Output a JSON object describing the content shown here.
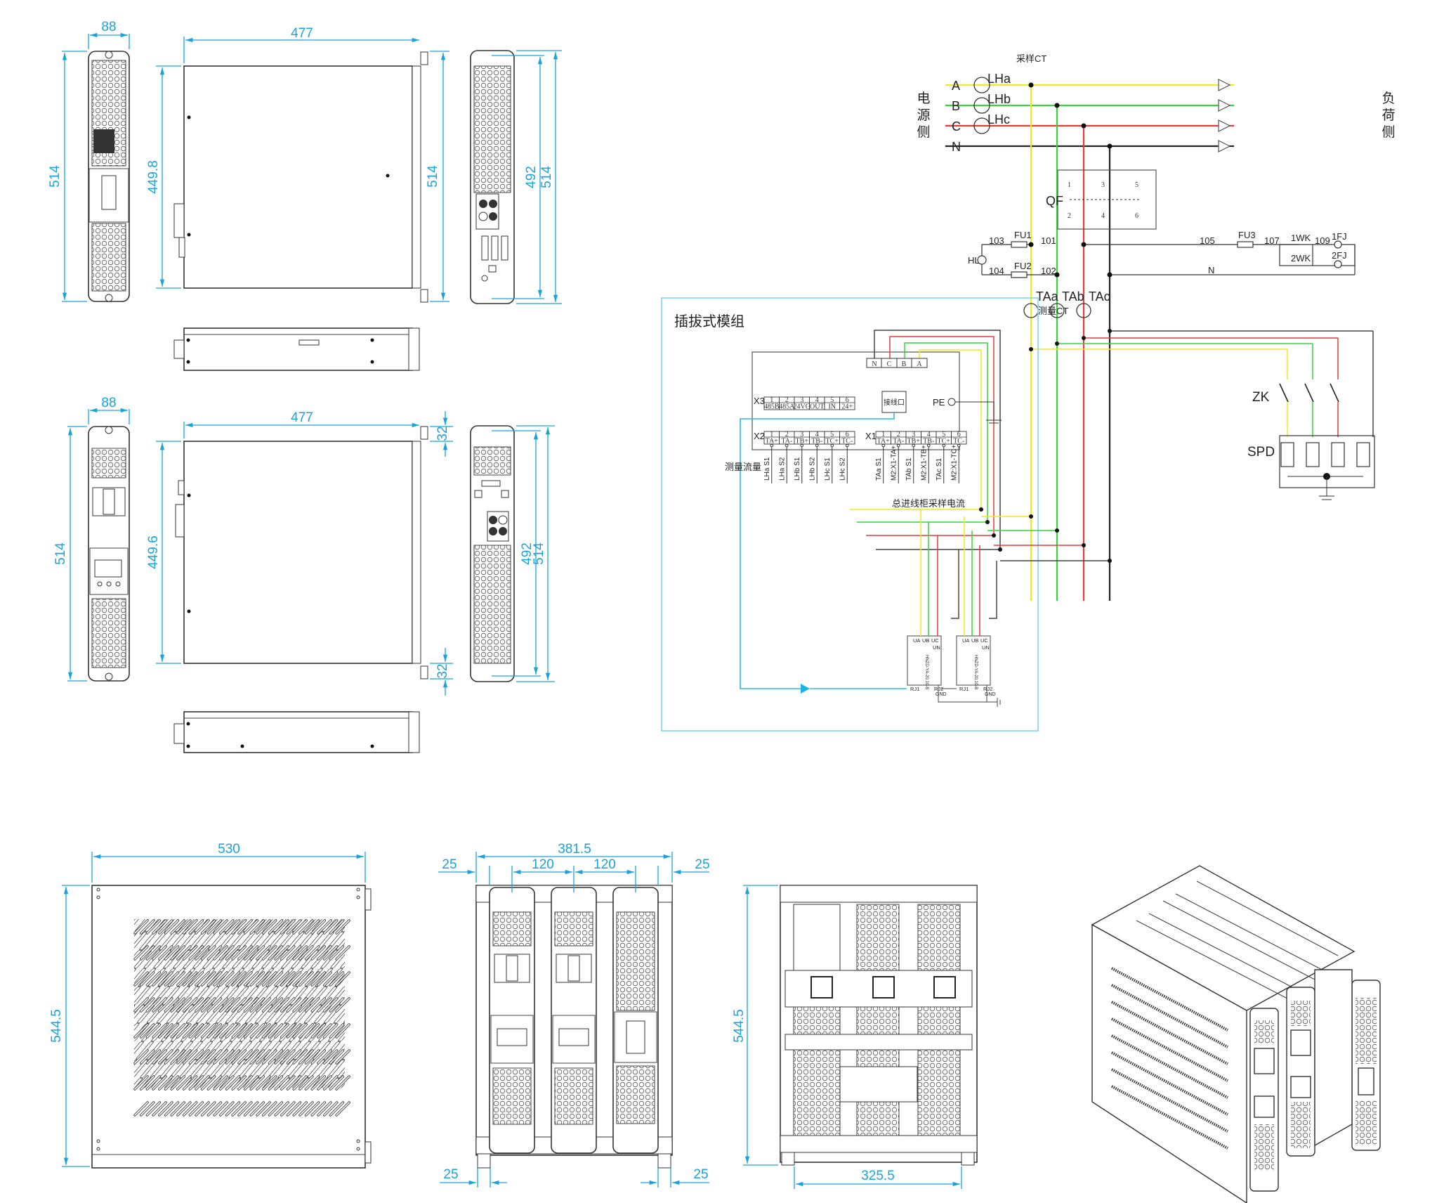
{
  "drawings": {
    "module_a": {
      "front_width": "88",
      "front_height": "514",
      "side_width": "477",
      "side_height": "449.8",
      "rear_height_outer": "514",
      "rear_height_inner": "492",
      "side_right_height": "514"
    },
    "module_b": {
      "front_width": "88",
      "front_height": "514",
      "side_width": "477",
      "side_height": "449.6",
      "handle_offset_top": "32",
      "handle_offset_bottom": "32",
      "rear_height_inner": "492",
      "rear_height_outer": "514"
    },
    "cabinet": {
      "side_width": "530",
      "side_height": "544.5",
      "front_total_width": "381.5",
      "front_pitch_1": "120",
      "front_pitch_2": "120",
      "front_margin_top_left": "25",
      "front_margin_top_right": "25",
      "front_margin_bottom_left": "25",
      "front_margin_bottom_right": "25",
      "rear_height": "544.5",
      "rear_foot_span": "325.5"
    }
  },
  "schematic": {
    "source_side": [
      "电",
      "源",
      "侧"
    ],
    "load_side": [
      "负",
      "荷",
      "侧"
    ],
    "phases": [
      "A",
      "B",
      "C",
      "N"
    ],
    "sampling_ct_title": "采样CT",
    "sampling_cts": [
      "LHa",
      "LHb",
      "LHc"
    ],
    "breaker": {
      "label": "QF",
      "top_terminals": [
        "1",
        "3",
        "5"
      ],
      "bottom_terminals": [
        "2",
        "4",
        "6"
      ]
    },
    "fuse_circuit": {
      "fu1": "FU1",
      "fu2": "FU2",
      "fu3": "FU3",
      "n103": "103",
      "n104": "104",
      "n101": "101",
      "n102": "102",
      "n105": "105",
      "n107": "107",
      "n109": "109",
      "lamp": "HL",
      "wk1": "1WK",
      "wk2": "2WK",
      "fj1": "1FJ",
      "fj2": "2FJ",
      "neutral": "N"
    },
    "measure_ct_label": "测量CT",
    "measure_cts": [
      "TAa",
      "TAb",
      "TAc"
    ],
    "zk_label": "ZK",
    "spd_label": "SPD",
    "plugin_module": {
      "title": "插拔式模组",
      "voltage_terminals": [
        "N",
        "C",
        "B",
        "A"
      ],
      "x3_label": "X3",
      "x3_numbers": [
        "1",
        "2",
        "3",
        "4",
        "5",
        "6"
      ],
      "x3_names": [
        "485B",
        "485A",
        "24VG",
        "OUT",
        "IN",
        "24+"
      ],
      "port_label": "接线口",
      "pe_label": "PE",
      "x2_label": "X2",
      "x1_label": "X1",
      "ct_numbers": [
        "1",
        "2",
        "3",
        "4",
        "5",
        "6"
      ],
      "ct_names": [
        "TA+",
        "TA-",
        "TB+",
        "TB-",
        "TC+",
        "TC-"
      ],
      "x2_wire_labels": [
        "LHa S1",
        "LHa S2",
        "LHb S1",
        "LHb S2",
        "LHc S1",
        "LHc S2"
      ],
      "x1_wire_labels": [
        "TAa S1",
        "M2:X1-TA+",
        "TAb S1",
        "M2:X1-TB+",
        "TAc S1",
        "M2:X1-TC+"
      ],
      "measure_flow_label": "测量流量",
      "incoming_sampling_label": "总进线柜采样电流"
    },
    "meters": [
      {
        "v_labels": [
          "UA",
          "UB",
          "UC"
        ],
        "un": "UN",
        "model": "HNZD-YA-20.10-B",
        "rj1": "RJ1",
        "rj2": "RJ2",
        "gnd": "GND"
      },
      {
        "v_labels": [
          "UA",
          "UB",
          "UC"
        ],
        "un": "UN",
        "model": "HNZD-YA-20.10-B",
        "rj1": "RJ1",
        "rj2": "RJ2",
        "gnd": "GND"
      }
    ]
  }
}
